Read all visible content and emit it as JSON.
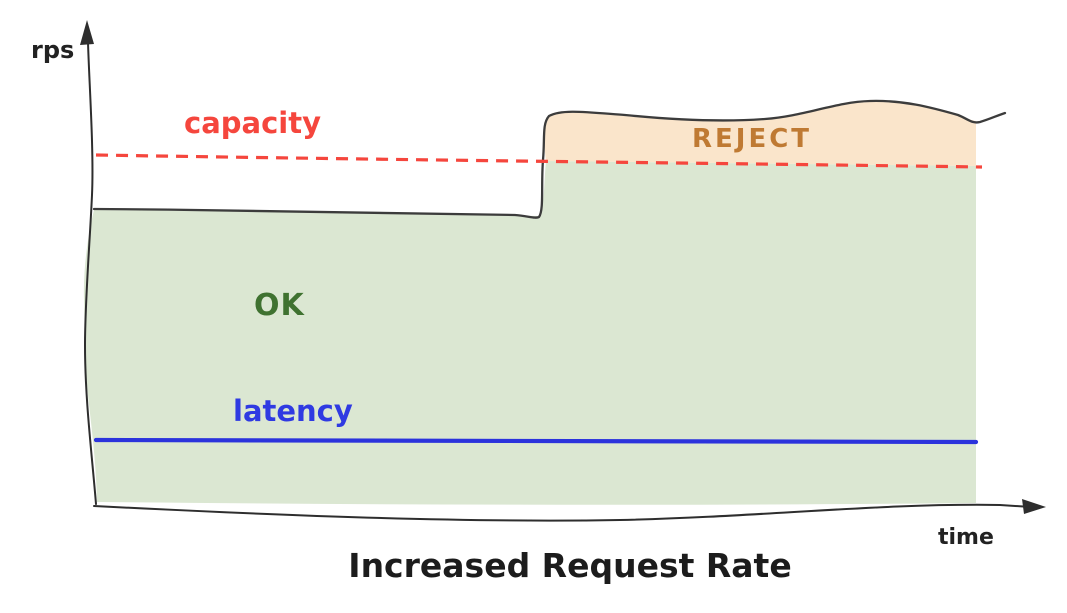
{
  "chart": {
    "title": "Increased Request Rate",
    "axes": {
      "y_label": "rps",
      "x_label": "time"
    },
    "labels": {
      "capacity": "capacity",
      "reject": "REJECT",
      "ok": "OK",
      "latency": "latency"
    },
    "colors": {
      "background": "#ffffff",
      "axis": "#2e2e2e",
      "title_text": "#1c1c1c",
      "axis_label_text": "#222222",
      "capacity_line": "#f5463d",
      "capacity_text": "#f5463d",
      "reject_fill": "#fae5cb",
      "reject_text": "#bf7a33",
      "ok_fill": "#dbe7d2",
      "ok_text": "#3f7230",
      "latency_line": "#2b33dc",
      "latency_text": "#2f3ae2",
      "request_line": "#3c3c3c"
    }
  }
}
